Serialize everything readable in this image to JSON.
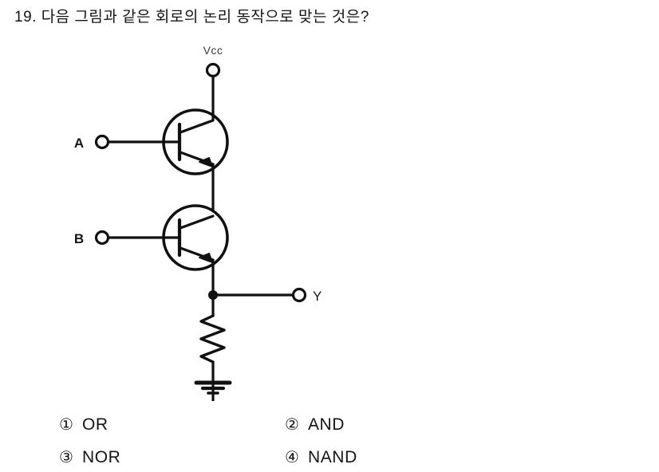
{
  "question": {
    "number": "19.",
    "text": "19. 다음 그림과 같은 회로의 논리 동작으로 맞는 것은?"
  },
  "figure": {
    "type": "circuit-diagram",
    "description": "Two NPN bipolar transistors in series (totem / cascode stack) between Vcc and an output node with a pull-down resistor to ground",
    "labels": {
      "supply": "Vcc",
      "input_a": "A",
      "input_b": "B",
      "output": "Y"
    },
    "components": [
      {
        "name": "supply-terminal",
        "label": "Vcc",
        "kind": "open-terminal"
      },
      {
        "name": "transistor-q1",
        "label": "A",
        "kind": "npn-transistor"
      },
      {
        "name": "transistor-q2",
        "label": "B",
        "kind": "npn-transistor"
      },
      {
        "name": "output-terminal",
        "label": "Y",
        "kind": "open-terminal"
      },
      {
        "name": "pulldown-resistor",
        "label": "",
        "kind": "resistor"
      },
      {
        "name": "ground",
        "label": "",
        "kind": "ground"
      }
    ],
    "colors": {
      "line": "#111111",
      "background": "#ffffff"
    }
  },
  "choices": [
    {
      "marker": "①",
      "label": "OR"
    },
    {
      "marker": "②",
      "label": "AND"
    },
    {
      "marker": "③",
      "label": "NOR"
    },
    {
      "marker": "④",
      "label": "NAND"
    }
  ]
}
